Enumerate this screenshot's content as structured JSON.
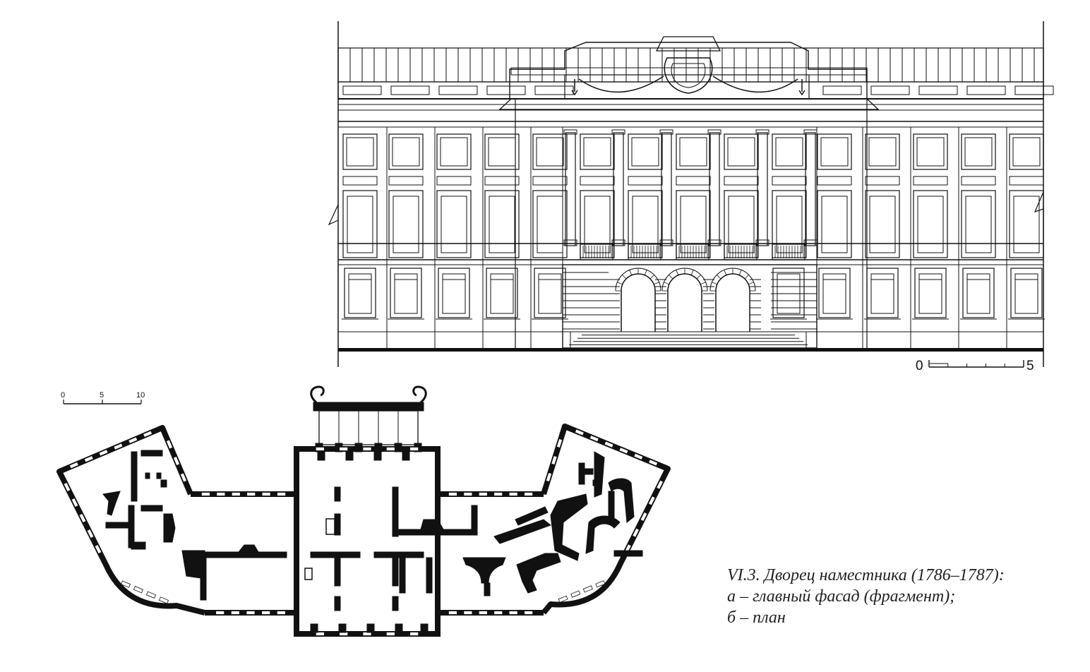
{
  "facade_scale": {
    "start": "0",
    "end": "5"
  },
  "plan_scale": {
    "t0": "0",
    "t1": "5",
    "t2": "10"
  },
  "caption": {
    "line1": "VI.3. Дворец наместника (1786–1787):",
    "line2": "а – главный фасад (фрагмент);",
    "line3": "б – план"
  },
  "colors": {
    "ink": "#111111",
    "paper": "#ffffff"
  }
}
